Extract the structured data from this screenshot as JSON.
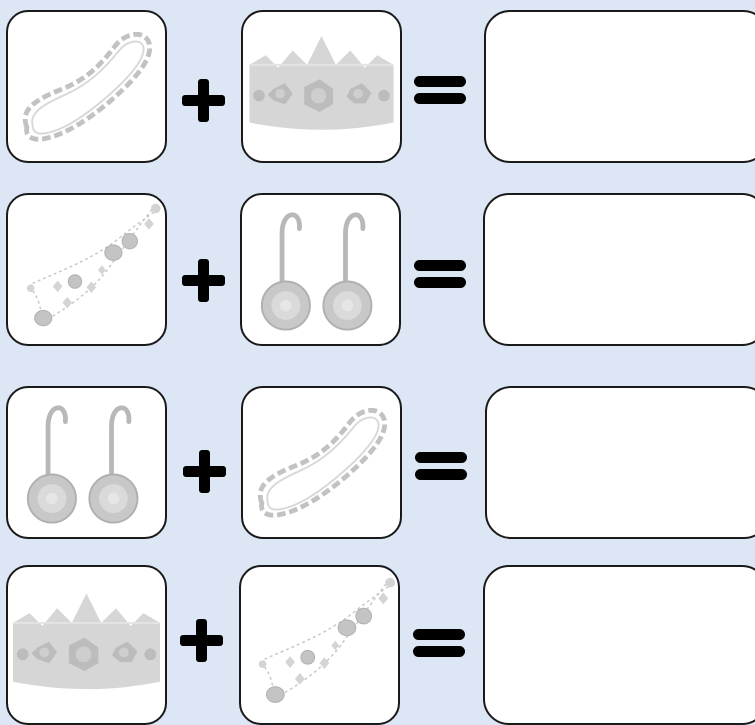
{
  "worksheet": {
    "rows": [
      {
        "left": "chain-necklace",
        "right": "crown"
      },
      {
        "left": "bead-necklace",
        "right": "earrings"
      },
      {
        "left": "earrings",
        "right": "chain-necklace"
      },
      {
        "left": "crown",
        "right": "bead-necklace"
      }
    ],
    "colors": {
      "background": "#dce6f4",
      "card": "#ffffff",
      "border": "#1a1a1a",
      "symbol": "#000000",
      "jewel_gray": "#cfcfcf"
    }
  }
}
